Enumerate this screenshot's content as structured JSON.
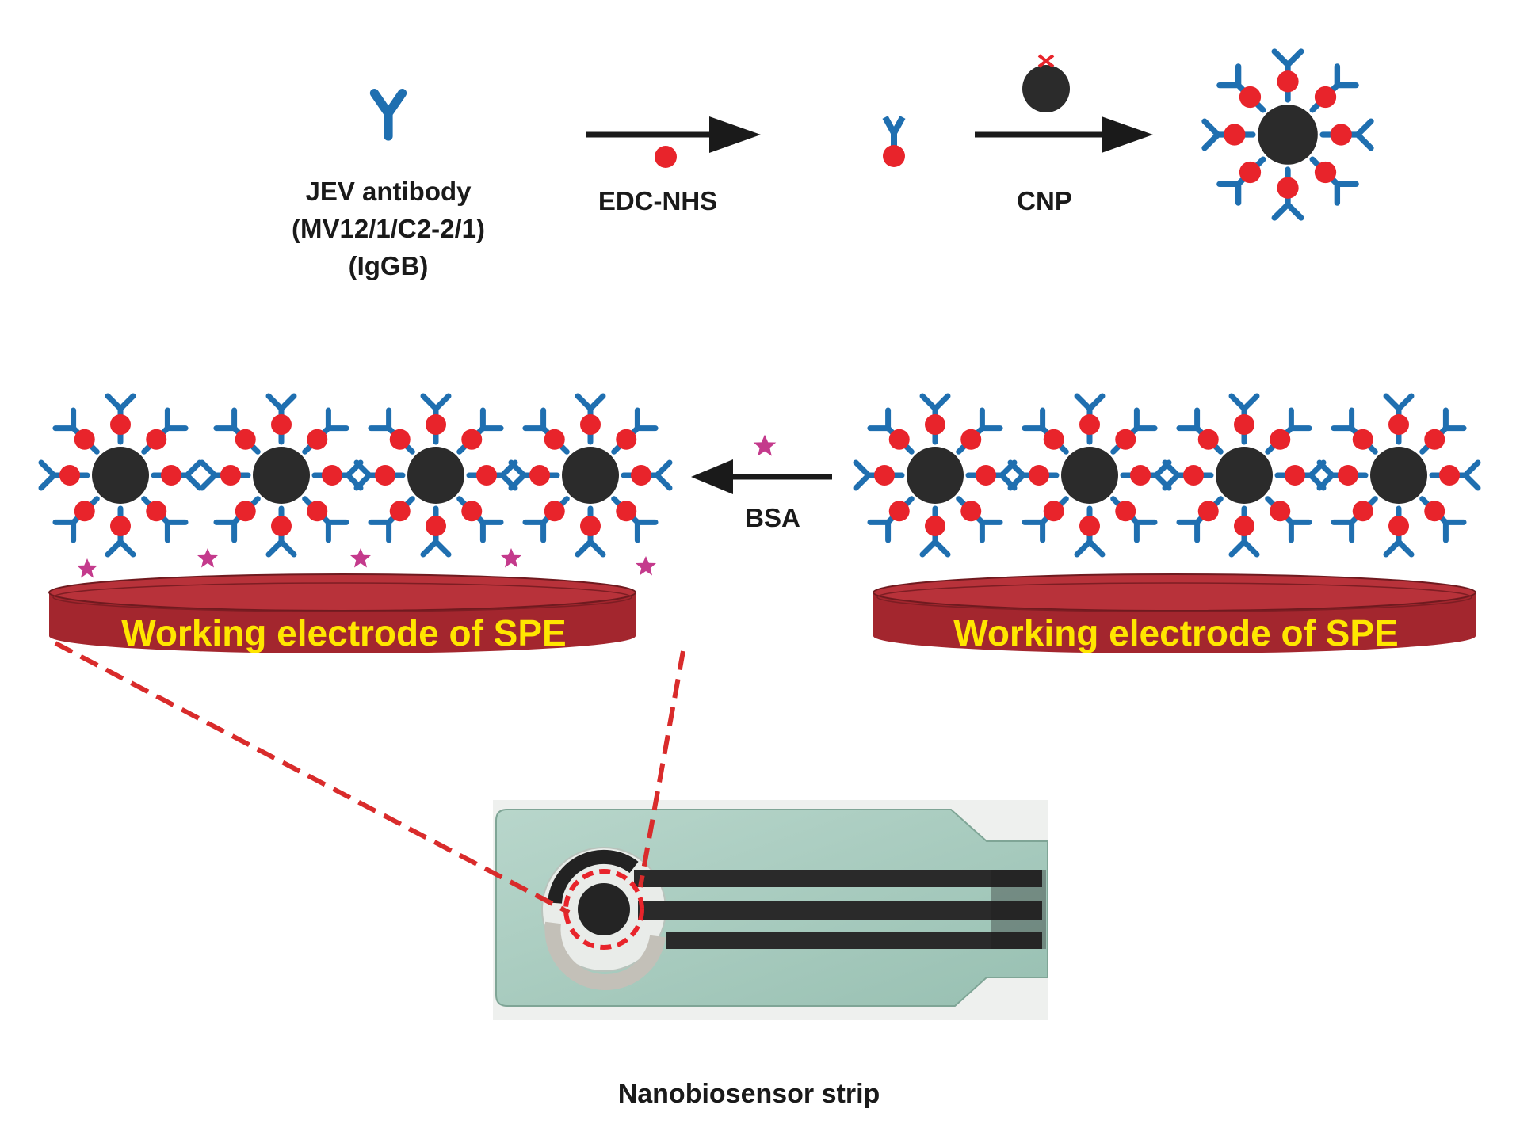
{
  "labels": {
    "antibody_line1": "JEV antibody",
    "antibody_line2": "(MV12/1/C2-2/1)",
    "antibody_line3": "(IgGB)",
    "edc_nhs": "EDC-NHS",
    "cnp": "CNP",
    "bsa": "BSA",
    "electrode_left": "Working electrode of SPE",
    "electrode_right": "Working electrode of SPE",
    "strip_caption": "Nanobiosensor strip"
  },
  "colors": {
    "antibody_blue": "#1f6fb0",
    "linker_red": "#e8242b",
    "nanoparticle": "#2b2b2b",
    "electrode_red": "#a3262e",
    "electrode_text": "#ffe600",
    "bsa_star": "#c43a8c",
    "strip_green": "#a9ccc0",
    "zoom_line": "#d92b2b"
  },
  "icons": {
    "antibody": "y-shape-antibody-icon",
    "bsa": "star-icon",
    "nanoparticle": "black-circle-icon"
  }
}
